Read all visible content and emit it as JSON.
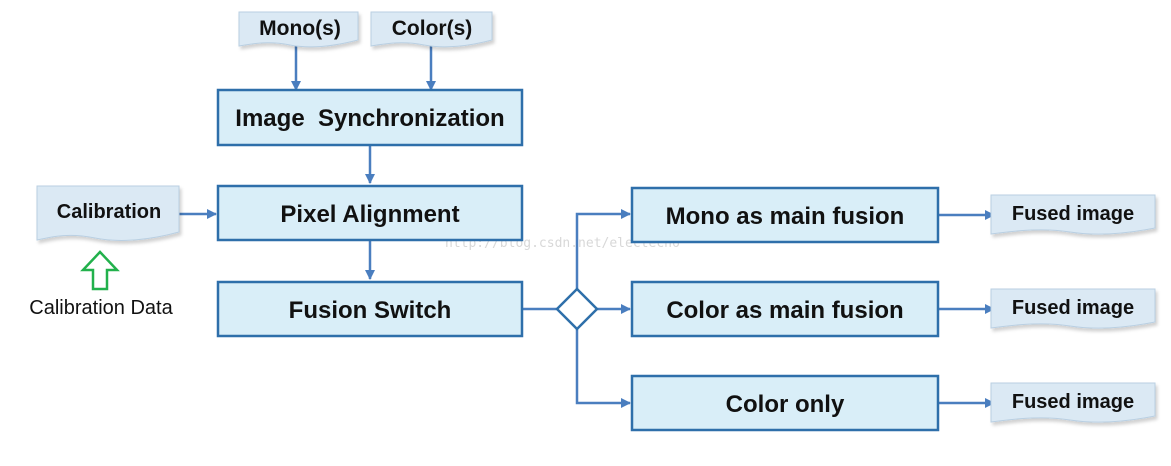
{
  "inputs": {
    "mono": "Mono(s)",
    "color": "Color(s)",
    "calibration": "Calibration"
  },
  "process": {
    "sync": "Image  Synchronization",
    "align": "Pixel Alignment",
    "switch": "Fusion Switch"
  },
  "modes": {
    "mono_main": "Mono as main fusion",
    "color_main": "Color as main fusion",
    "color_only": "Color only"
  },
  "outputs": {
    "fused_1": "Fused image",
    "fused_2": "Fused image",
    "fused_3": "Fused image"
  },
  "calibration_data_label": "Calibration Data",
  "watermark": "http://blog.csdn.net/electech6",
  "colors": {
    "box_fill": "#d9eef8",
    "box_stroke": "#2e6faa",
    "doc_fill": "#dbe9f4",
    "doc_stroke": "#b9cfe2",
    "arrow": "#4a7ebf",
    "hollow_arrow": "#22b14c"
  }
}
